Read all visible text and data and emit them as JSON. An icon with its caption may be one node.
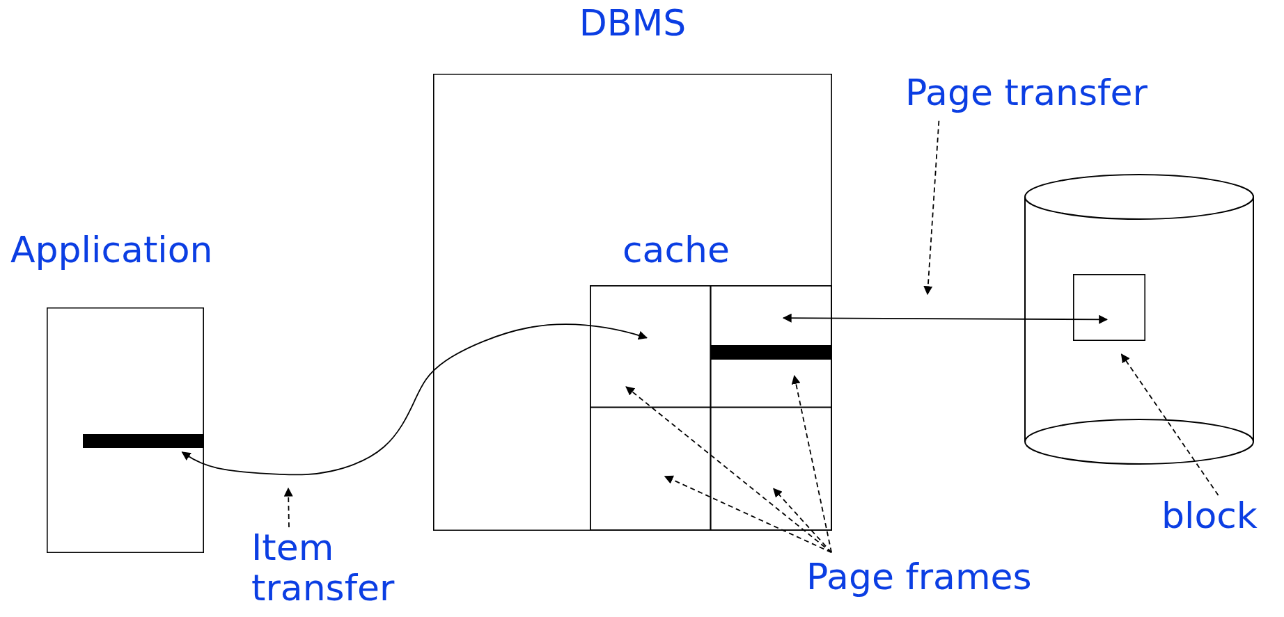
{
  "diagram": {
    "nodes": [
      {
        "text": [
          "DBMS"
        ]
      },
      {
        "text": [
          "cache"
        ],
        "in": 0
      },
      {
        "text": [],
        "shape": "box",
        "in": 1
      },
      {
        "text": [],
        "shape": "box",
        "in": 1
      },
      {
        "text": [],
        "shape": "box",
        "in": 1
      },
      {
        "text": [],
        "shape": "box",
        "in": 1
      },
      {
        "text": [
          "Application"
        ]
      },
      {
        "text": [],
        "shape": "cylinder"
      },
      {
        "text": [],
        "shape": "box",
        "in": 7
      },
      {
        "text": [
          "Page transfer"
        ]
      },
      {
        "text": [
          "block"
        ]
      },
      {
        "text": [
          "Item transfer"
        ]
      },
      {
        "text": [
          "Page frames"
        ]
      },
      {
        "text": [],
        "shape": "bar",
        "in": 6
      },
      {
        "text": [],
        "shape": "bar",
        "in": 3
      }
    ],
    "edges": [
      {
        "from": 2,
        "to": 13,
        "arrow": "both"
      },
      {
        "from": 14,
        "to": 8,
        "arrow": "both"
      },
      {
        "from": 9,
        "to": null,
        "arrow": "to",
        "style": "dashed"
      },
      {
        "from": 11,
        "to": null,
        "arrow": "to",
        "style": "dashed"
      },
      {
        "from": 10,
        "to": 8,
        "arrow": "to",
        "style": "dashed"
      },
      {
        "from": 12,
        "to": 2,
        "arrow": "to",
        "style": "dashed"
      },
      {
        "from": 12,
        "to": 3,
        "arrow": "to",
        "style": "dashed"
      },
      {
        "from": 12,
        "to": 4,
        "arrow": "to",
        "style": "dashed"
      },
      {
        "from": 12,
        "to": 5,
        "arrow": "to",
        "style": "dashed"
      }
    ]
  }
}
